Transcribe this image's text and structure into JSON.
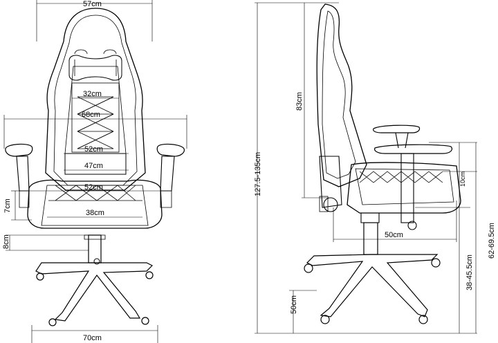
{
  "front_view": {
    "overall_width": "57cm",
    "headrest_width": "32cm",
    "arm_span": "68cm",
    "back_width": "52cm",
    "lumbar_width": "47cm",
    "seat_width": "52cm",
    "seat_depth_front": "38cm",
    "armrest_height": "7cm",
    "gas_lift": "8cm",
    "base_width": "70cm"
  },
  "side_view": {
    "total_height": "127.5-135cm",
    "backrest_height": "83cm",
    "arm_height": "10cm",
    "seat_depth": "50cm",
    "arm_floor_height": "62-69.5cm",
    "seat_floor_height": "38-45.5cm",
    "base_height": "50cm"
  }
}
